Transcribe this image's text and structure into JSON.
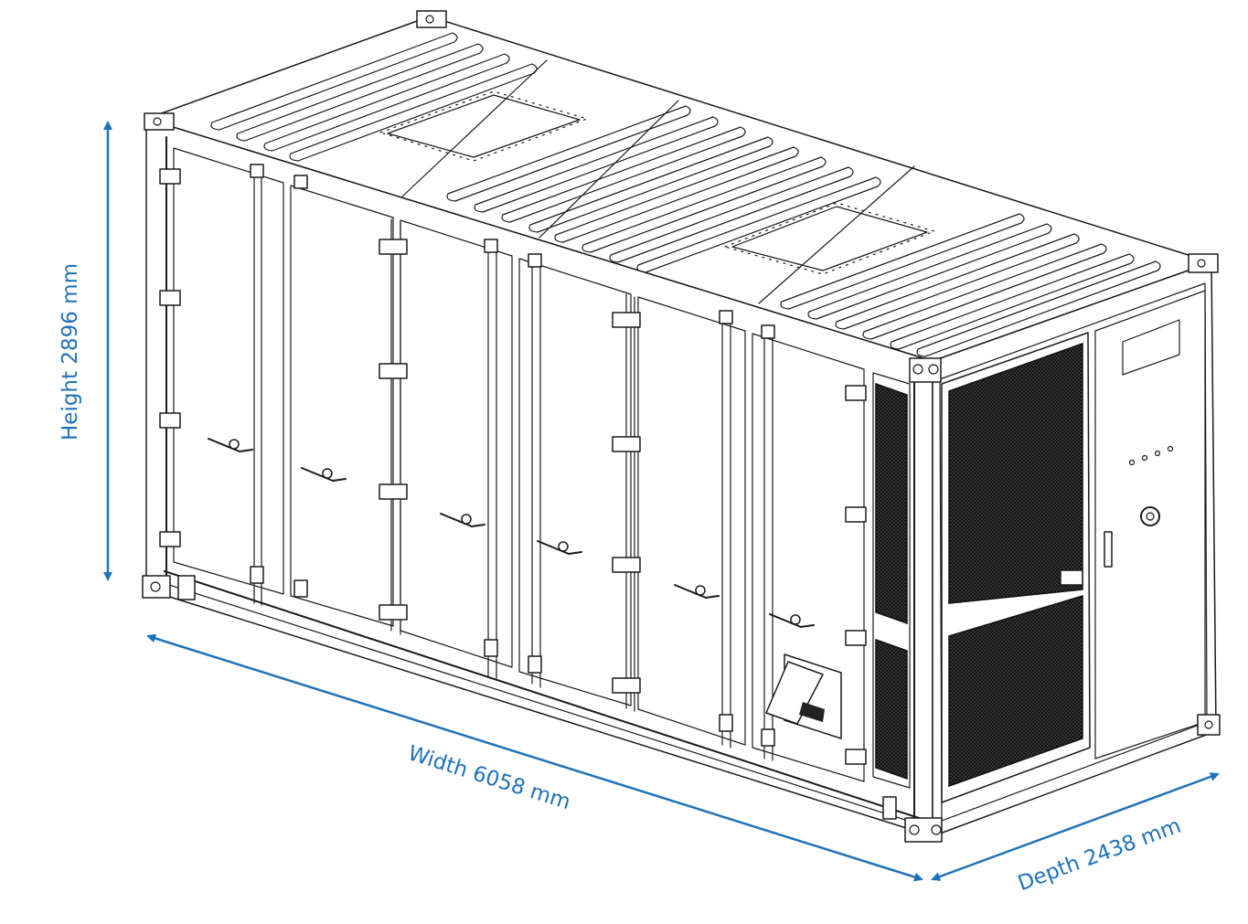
{
  "colors": {
    "dimension": "#1f72b8",
    "outline": "#1a1a1a",
    "background": "#ffffff"
  },
  "dimensions": {
    "height": "Height 2896 mm",
    "width": "Width 6058 mm",
    "depth": "Depth 2438 mm"
  }
}
